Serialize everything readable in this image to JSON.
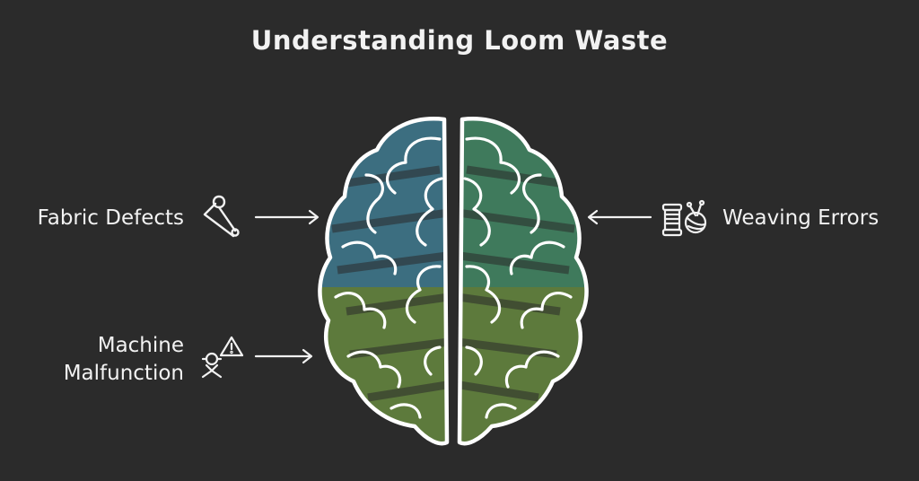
{
  "diagram": {
    "title": "Understanding Loom Waste",
    "factors": [
      {
        "label": "Fabric Defects",
        "icon": "safety-pin-icon"
      },
      {
        "label": "Weaving Errors",
        "icon": "yarn-spool-icon"
      },
      {
        "label": "Machine\nMalfunction",
        "icon": "machine-warning-icon"
      }
    ],
    "colors": {
      "background": "#2b2b2b",
      "text": "#f2f2f2",
      "brain_left_upper": "#3c6e80",
      "brain_right_upper": "#3f7a5c",
      "brain_lower": "#5d7a3c",
      "outline": "#ffffff"
    }
  }
}
